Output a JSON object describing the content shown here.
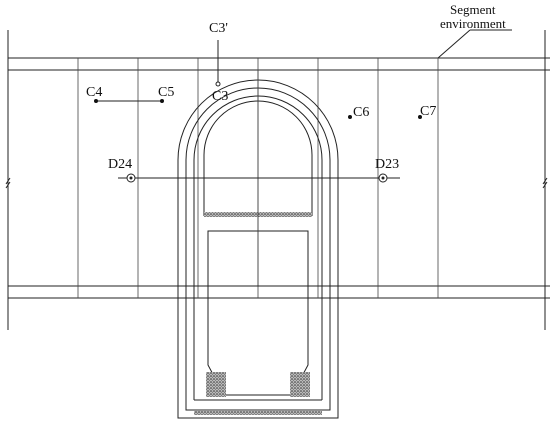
{
  "labels": {
    "c3_prime": "C3'",
    "c3": "C3",
    "c4": "C4",
    "c5": "C5",
    "c6": "C6",
    "c7": "C7",
    "d23": "D23",
    "d24": "D24",
    "segment_line1": "Segment",
    "segment_line2": "environment"
  }
}
